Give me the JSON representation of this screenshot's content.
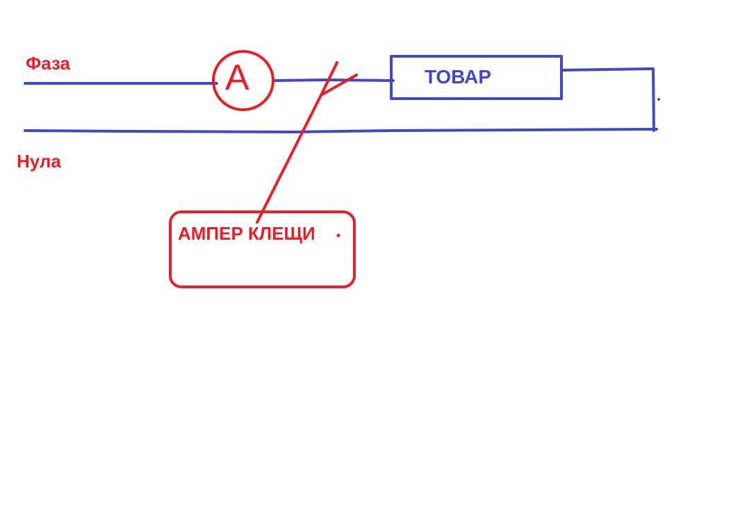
{
  "labels": {
    "phase": "Фаза",
    "neutral": "Нула",
    "load": "ТОВАР",
    "clamp_meter": "АМПЕР КЛЕЩИ",
    "ammeter": "A"
  },
  "colors": {
    "background": "#ffffff",
    "wire": "#3f48cc",
    "marker": "#ed1c24"
  }
}
